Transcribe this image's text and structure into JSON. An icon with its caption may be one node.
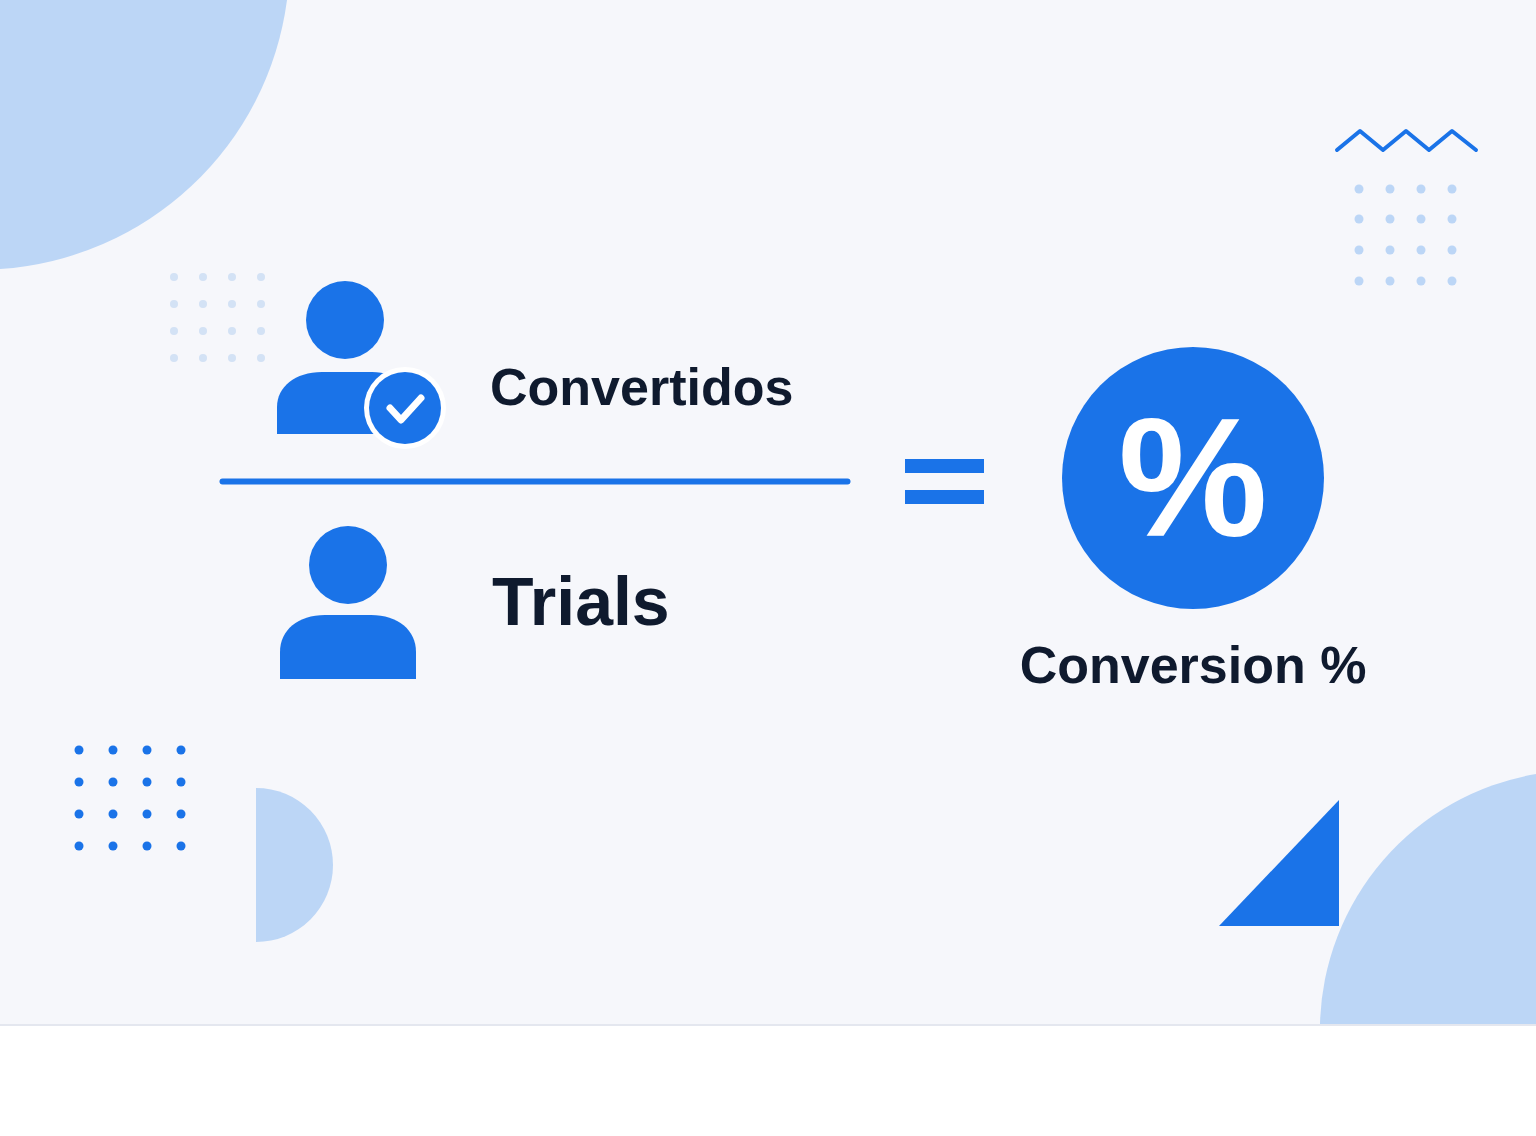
{
  "diagram": {
    "nodes": [
      {
        "text": [
          "%"
        ],
        "beside": [
          "Conversion %"
        ]
      }
    ],
    "labels": [
      "Convertidos",
      "Trials"
    ]
  }
}
